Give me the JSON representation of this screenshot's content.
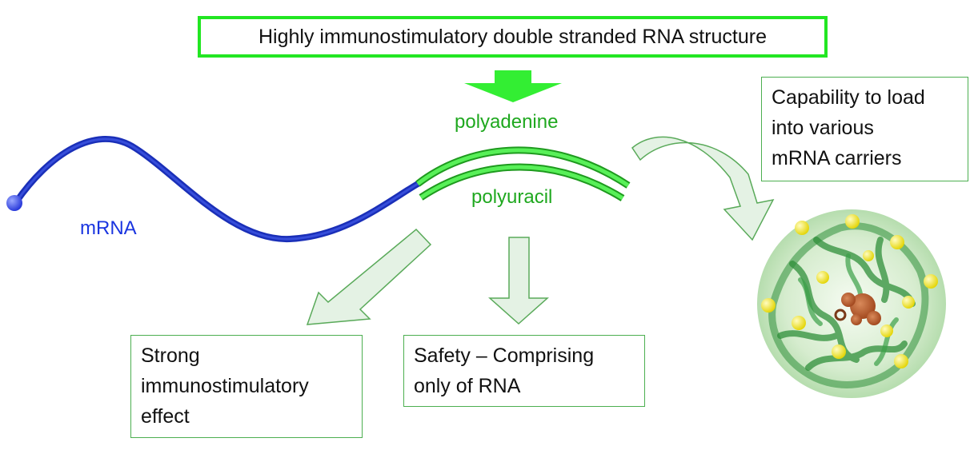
{
  "title": "Highly immunostimulatory double stranded RNA structure",
  "labels": {
    "polyadenine": "polyadenine",
    "polyuracil": "polyuracil",
    "mrna": "mRNA"
  },
  "boxes": {
    "load_lines": [
      "Capability to load",
      "into various",
      "mRNA carriers"
    ],
    "strong_lines": [
      "Strong",
      "immunostimulatory",
      "effect"
    ],
    "safety_lines": [
      "Safety – Comprising",
      "only of RNA"
    ]
  },
  "colors": {
    "title_border": "#22e622",
    "green_label": "#1fa81f",
    "mrna_blue": "#1a35e0",
    "arrow_fill": "#e4f2e4",
    "arrow_stroke": "#5aaa5a"
  }
}
